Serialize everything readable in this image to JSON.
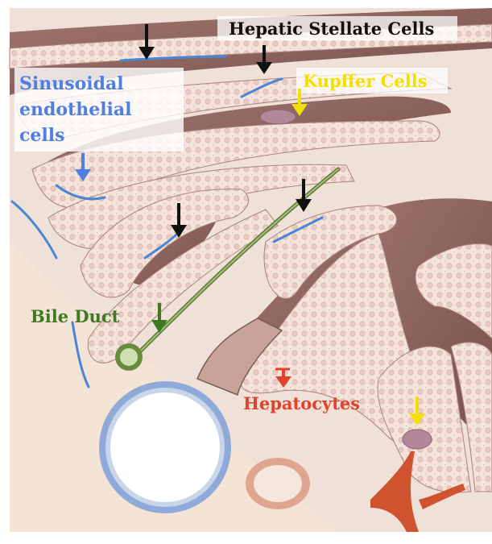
{
  "labels": {
    "stellate": "Hepatic Stellate Cells",
    "sinusoidal_line1": "Sinusoidal",
    "sinusoidal_line2": "endothelial",
    "sinusoidal_line3": "cells",
    "kupffer": "Kupffer Cells",
    "bile_duct": "Bile Duct",
    "hepatocytes": "Hepatocytes"
  },
  "colors": {
    "stellate": "#111111",
    "sinusoidal": "#4f7fe0",
    "kupffer": "#f4e000",
    "bile_duct": "#3f7a22",
    "hepatocytes": "#e0432c",
    "tissue": "#f1ddd6",
    "sinusoid": "#8a5a55",
    "background": "#f3e6dc"
  }
}
